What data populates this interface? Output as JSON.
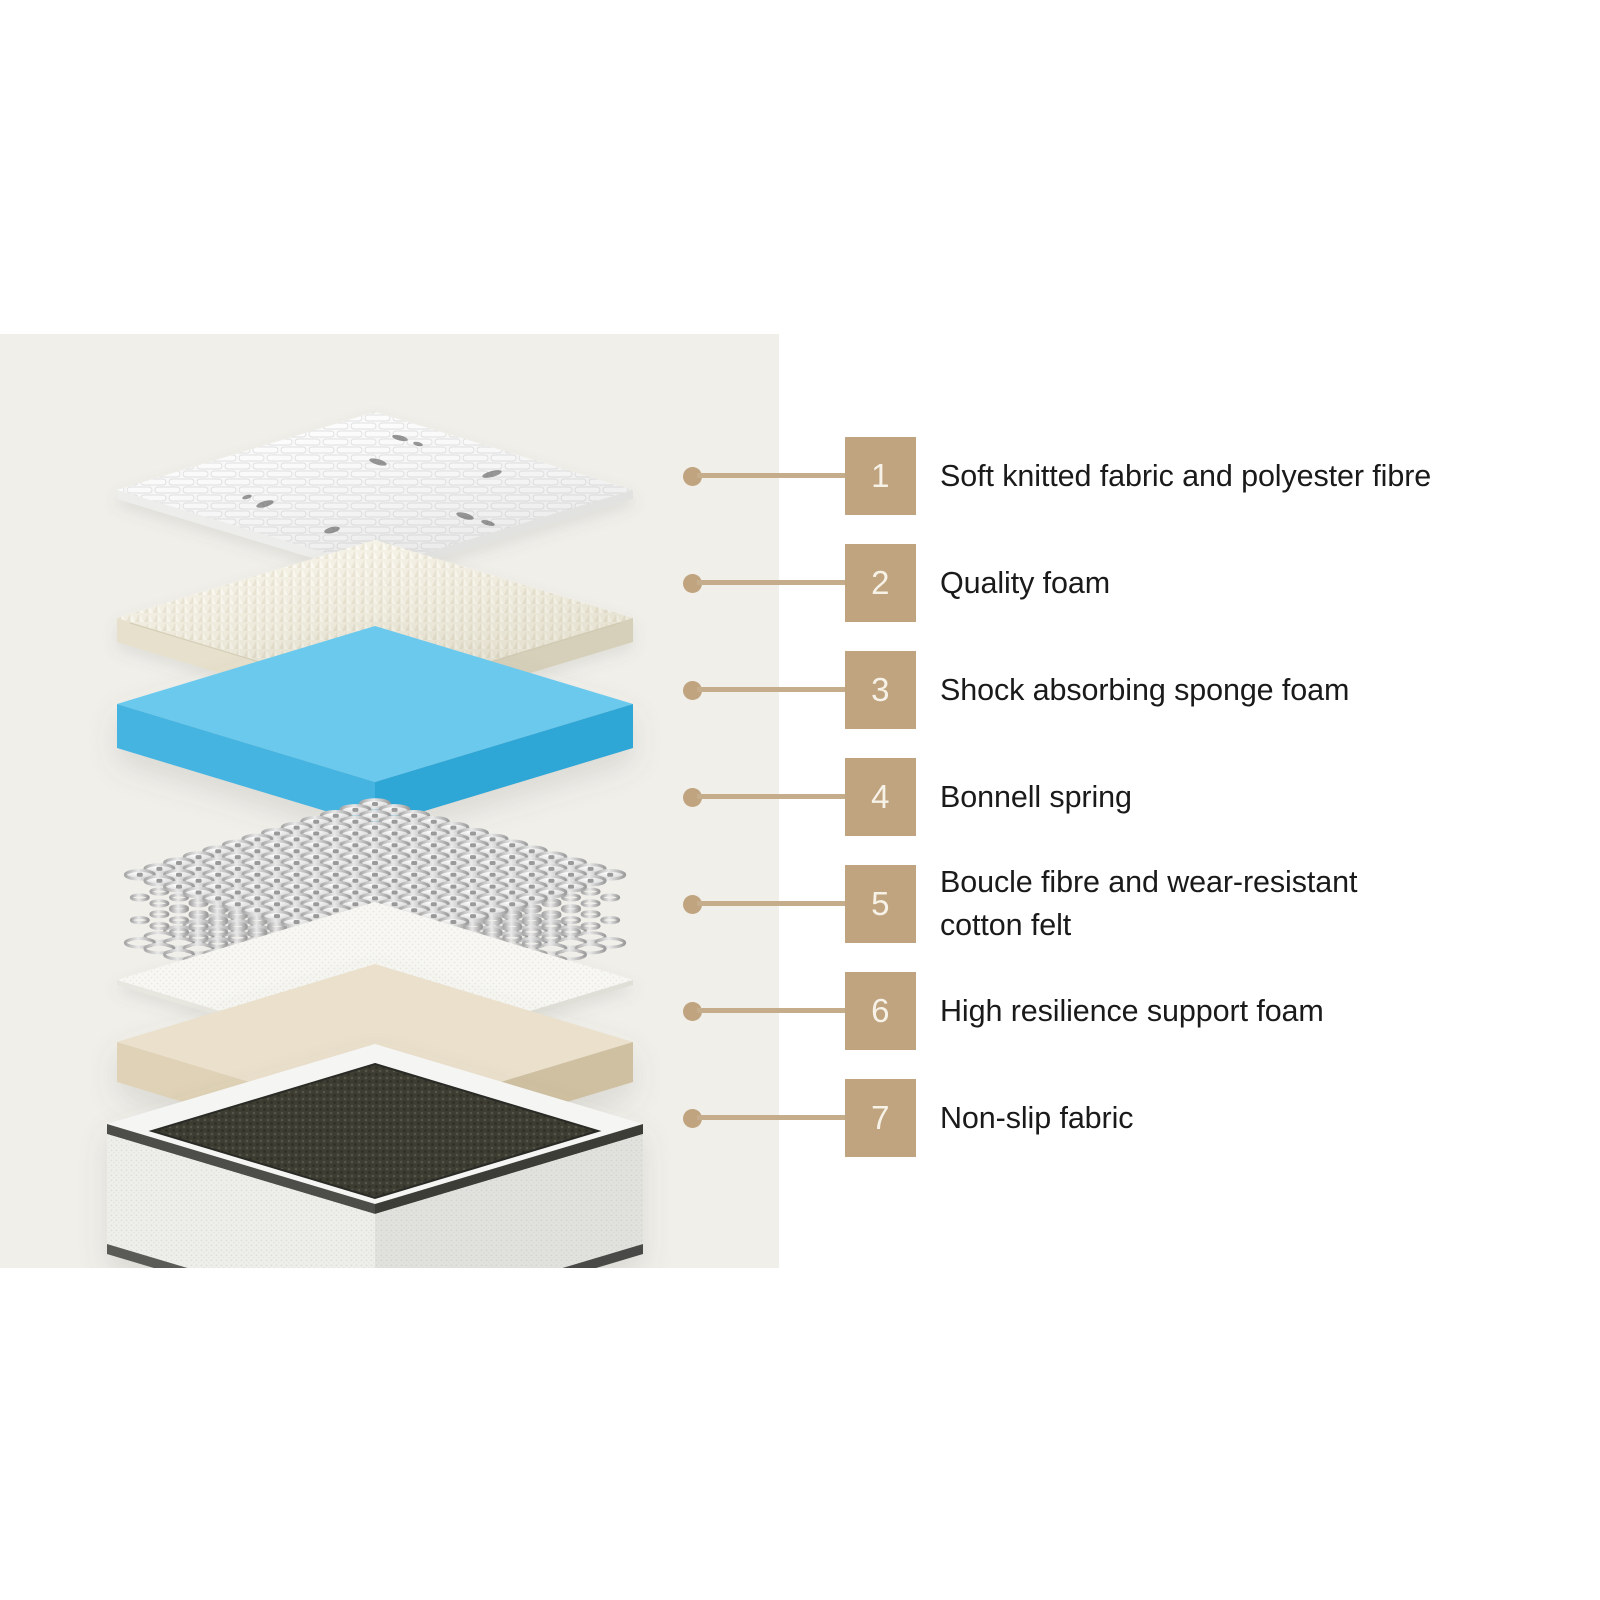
{
  "panel": {
    "background_color": "#F0EFEA",
    "accent_color": "#C0A47F",
    "text_color": "#1A1A1A"
  },
  "illustration": {
    "name": "exploded-mattress-layer-diagram",
    "layers": [
      {
        "index": 1,
        "name": "quilted-knit-top-cover",
        "color": "#FAFAFA",
        "style": "quilted knitted fabric panel"
      },
      {
        "index": 2,
        "name": "egg-crate-quality-foam",
        "color": "#F4F0E2",
        "style": "convoluted egg-crate foam sheet"
      },
      {
        "index": 3,
        "name": "blue-sponge-foam-slab",
        "color": "#66C8EC",
        "style": "solid sponge foam slab"
      },
      {
        "index": 4,
        "name": "bonnell-spring-grid",
        "color": "#B9B9B9",
        "style": "hourglass coil spring grid"
      },
      {
        "index": 5,
        "name": "boucle-felt-sheet",
        "color": "#F4F3EE",
        "style": "thin textured felt sheet"
      },
      {
        "index": 6,
        "name": "high-resilience-support-foam",
        "color": "#E4D9C2",
        "style": "solid foam slab"
      },
      {
        "index": 7,
        "name": "non-slip-base-fabric",
        "color": "#3A3A32",
        "style": "dark non-slip base inside white mattress border"
      }
    ]
  },
  "legend": {
    "rows": [
      {
        "number": "1",
        "label": "Soft knitted fabric and polyester fibre"
      },
      {
        "number": "2",
        "label": "Quality foam"
      },
      {
        "number": "3",
        "label": "Shock absorbing sponge foam"
      },
      {
        "number": "4",
        "label": "Bonnell spring"
      },
      {
        "number": "5",
        "label": "Boucle fibre and wear-resistant\ncotton felt"
      },
      {
        "number": "6",
        "label": "High resilience support foam"
      },
      {
        "number": "7",
        "label": "Non-slip fabric"
      }
    ]
  }
}
